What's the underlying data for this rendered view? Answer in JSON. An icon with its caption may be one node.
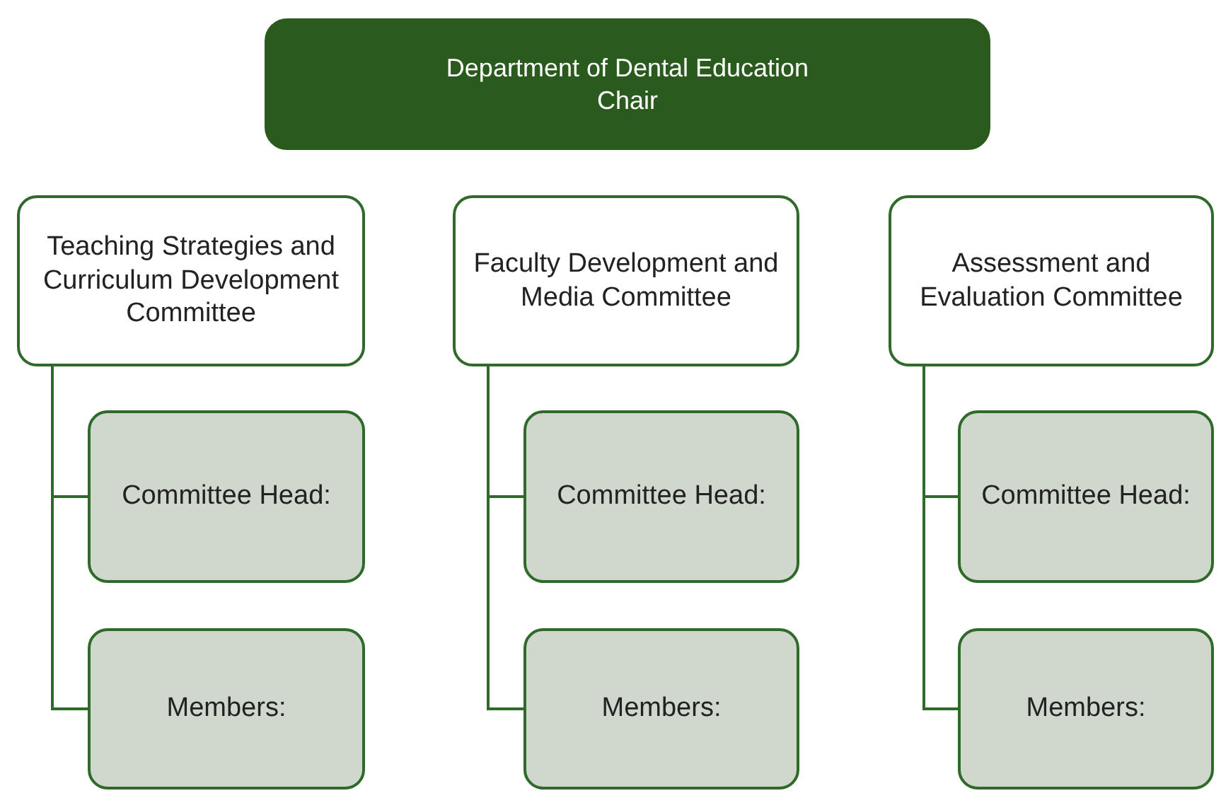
{
  "diagram": {
    "nodes": [
      {
        "text": [
          "Department of Dental Education",
          "Chair"
        ]
      },
      {
        "text": [
          "Teaching Strategies and Curriculum Development Committee"
        ]
      },
      {
        "text": [
          "Committee Head:"
        ]
      },
      {
        "text": [
          "Members:"
        ]
      },
      {
        "text": [
          "Faculty Development and Media Committee"
        ]
      },
      {
        "text": [
          "Committee Head:"
        ]
      },
      {
        "text": [
          "Members:"
        ]
      },
      {
        "text": [
          "Assessment and Evaluation Committee"
        ]
      },
      {
        "text": [
          "Committee Head:"
        ]
      },
      {
        "text": [
          "Members:"
        ]
      }
    ],
    "edges": [
      {
        "from": 1,
        "to": 2,
        "arrow": "none"
      },
      {
        "from": 1,
        "to": 3,
        "arrow": "none"
      },
      {
        "from": 4,
        "to": 5,
        "arrow": "none"
      },
      {
        "from": 4,
        "to": 6,
        "arrow": "none"
      },
      {
        "from": 7,
        "to": 8,
        "arrow": "none"
      },
      {
        "from": 7,
        "to": 9,
        "arrow": "none"
      }
    ]
  }
}
